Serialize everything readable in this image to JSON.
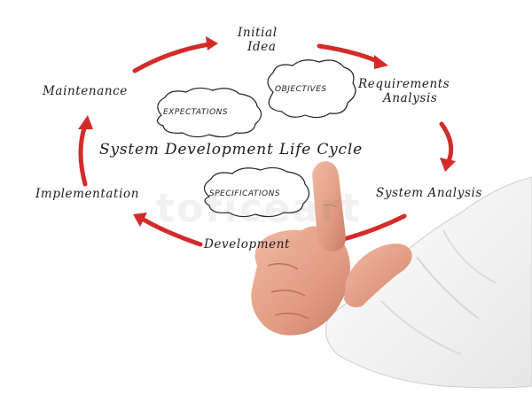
{
  "diagram": {
    "center_title": "System Development Life Cycle",
    "stages": [
      {
        "id": "initial",
        "lines": [
          "Initial",
          "Idea"
        ]
      },
      {
        "id": "requirements",
        "lines": [
          "Requirements",
          "Analysis"
        ]
      },
      {
        "id": "system-analysis",
        "lines": [
          "System Analysis"
        ]
      },
      {
        "id": "development",
        "lines": [
          "Development"
        ]
      },
      {
        "id": "implementation",
        "lines": [
          "Implementation"
        ]
      },
      {
        "id": "maintenance",
        "lines": [
          "Maintenance"
        ]
      }
    ],
    "clouds": [
      "OBJECTIVES",
      "EXPECTATIONS",
      "SPECIFICATIONS"
    ]
  },
  "watermark": "toficeart",
  "colors": {
    "arrow": "#d42a2a",
    "text": "#1c1c1c",
    "shirt": "#f3f3f3",
    "skin": "#e7a78f"
  }
}
